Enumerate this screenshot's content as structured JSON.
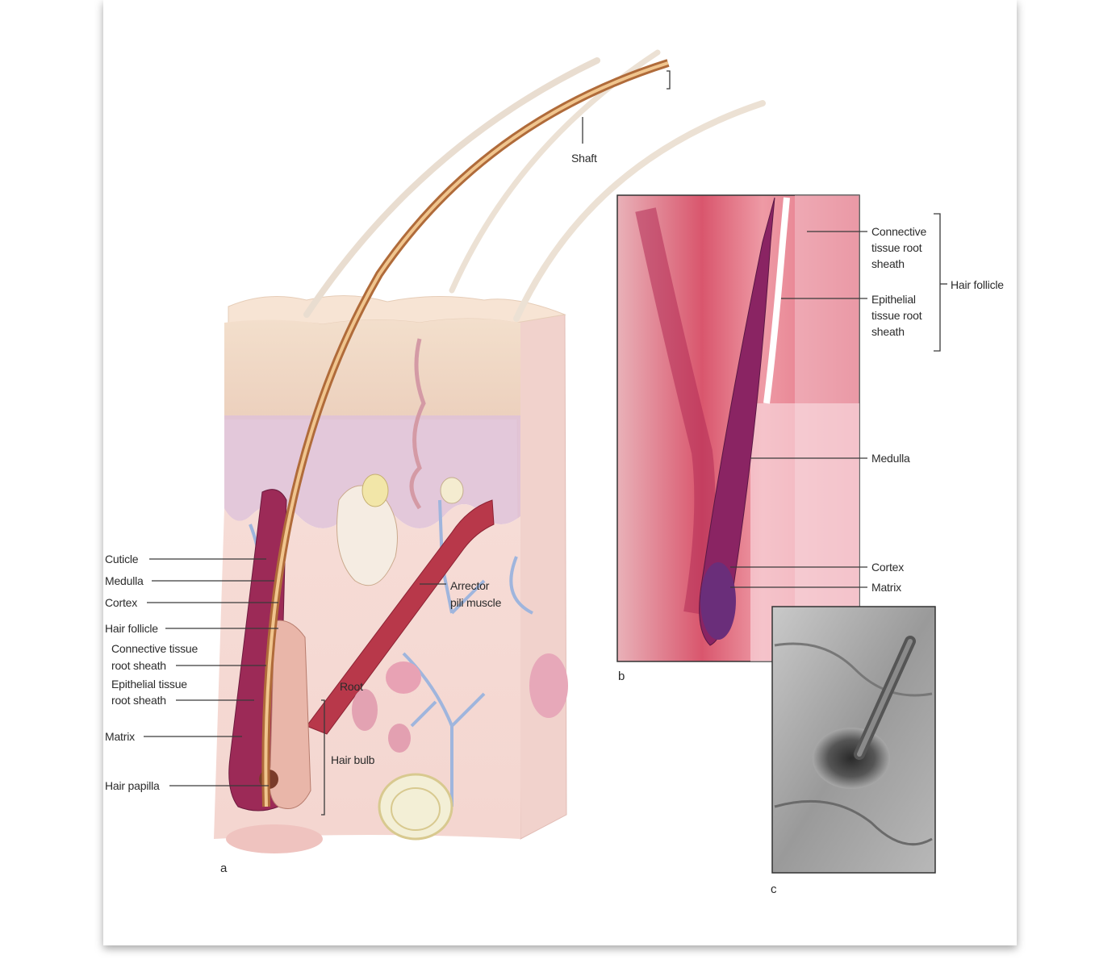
{
  "panel_a": {
    "letter": "a",
    "labels": {
      "shaft": "Shaft",
      "cuticle": "Cuticle",
      "medulla": "Medulla",
      "cortex": "Cortex",
      "hair_follicle": "Hair follicle",
      "connective_line1": "Connective tissue",
      "connective_line2": "root sheath",
      "epithelial_line1": "Epithelial tissue",
      "epithelial_line2": "root sheath",
      "matrix": "Matrix",
      "hair_papilla": "Hair papilla",
      "arrector_line1": "Arrector",
      "arrector_line2": "pili muscle",
      "root": "Root",
      "hair_bulb": "Hair bulb"
    }
  },
  "panel_b": {
    "letter": "b",
    "labels": {
      "connective_line1": "Connective",
      "connective_line2": "tissue root",
      "connective_line3": "sheath",
      "epithelial_line1": "Epithelial",
      "epithelial_line2": "tissue root",
      "epithelial_line3": "sheath",
      "hair_follicle": "Hair follicle",
      "medulla": "Medulla",
      "cortex": "Cortex",
      "matrix": "Matrix"
    }
  },
  "panel_c": {
    "letter": "c"
  }
}
